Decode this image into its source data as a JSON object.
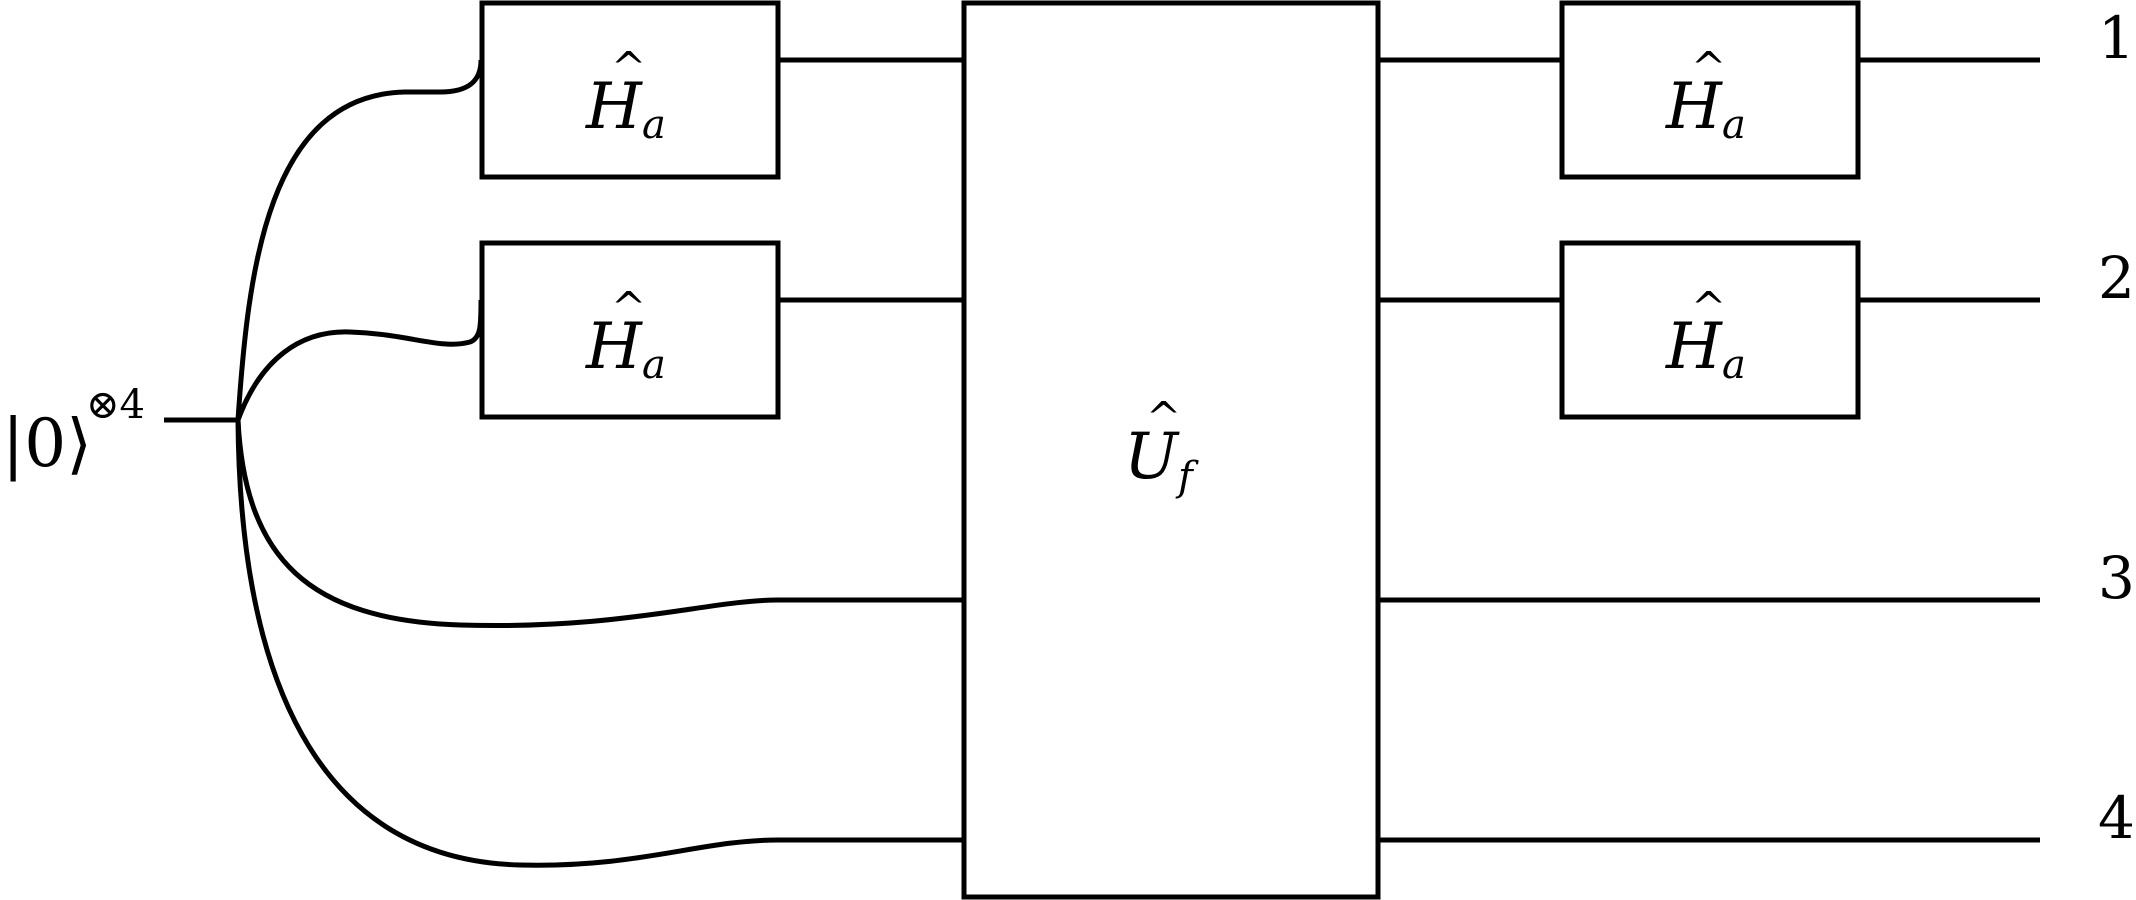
{
  "diagram": {
    "input_state": {
      "ket": "|0⟩",
      "power": "⊗4"
    },
    "gates": {
      "hadamard": {
        "symbol": "H",
        "hat": "^",
        "subscript": "a"
      },
      "oracle": {
        "symbol": "U",
        "hat": "^",
        "subscript": "f"
      }
    },
    "outputs": [
      {
        "label": "1"
      },
      {
        "label": "2"
      },
      {
        "label": "3"
      },
      {
        "label": "4"
      }
    ]
  }
}
